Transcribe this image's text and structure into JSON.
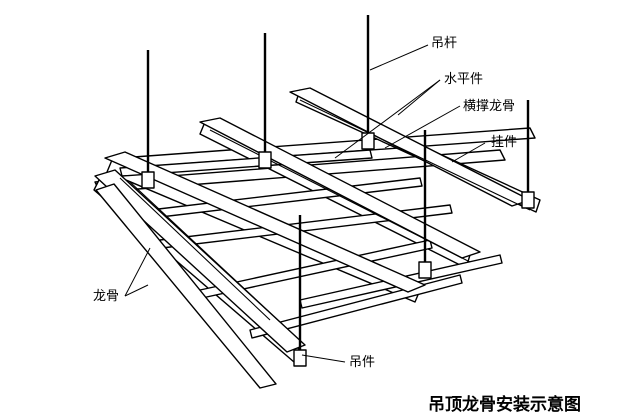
{
  "labels": {
    "hanger_rod": "吊杆",
    "horizontal_piece": "水平件",
    "cross_brace_keel": "横撑龙骨",
    "hanging_piece": "挂件",
    "keel": "龙骨",
    "hanger": "吊件"
  },
  "caption": "吊顶龙骨安装示意图"
}
